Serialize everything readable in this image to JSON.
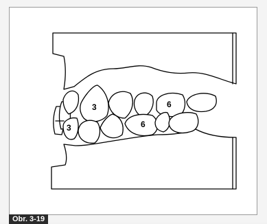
{
  "figure": {
    "tooth_labels": {
      "upper_canine": "3",
      "upper_first_molar": "6",
      "lower_canine": "3",
      "lower_first_molar": "6"
    }
  },
  "caption": {
    "text": "Obr. 3-19"
  }
}
